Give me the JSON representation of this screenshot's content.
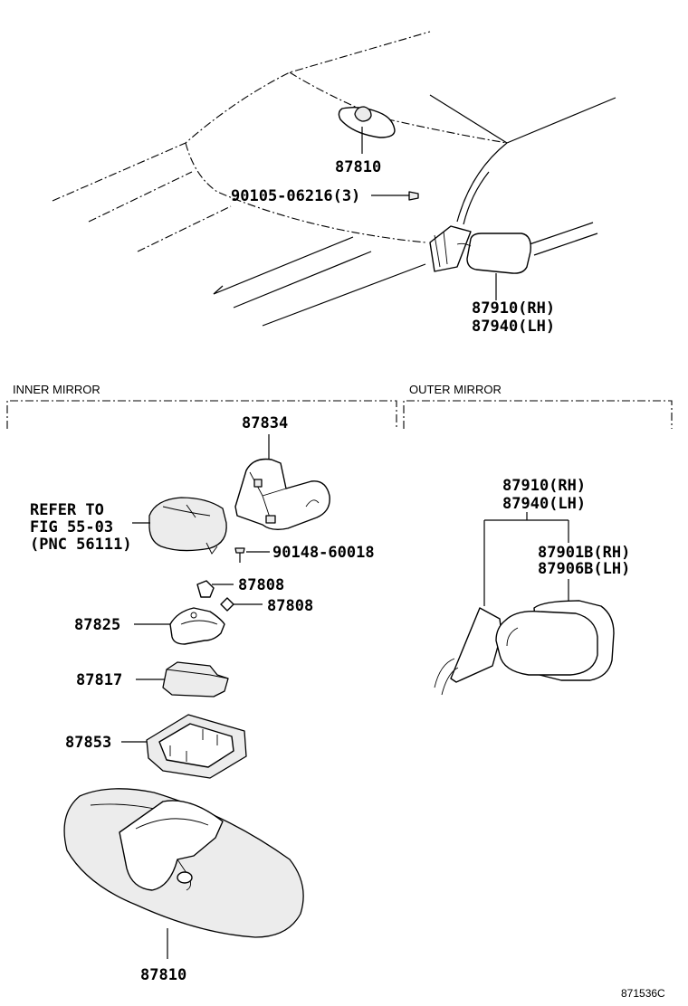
{
  "sections": {
    "inner_mirror": "INNER MIRROR",
    "outer_mirror": "OUTER MIRROR"
  },
  "overview": {
    "inner_mirror_part": "87810",
    "screw_part": "90105-06216(3)",
    "outer_rh": "87910(RH)",
    "outer_lh": "87940(LH)"
  },
  "inner": {
    "bracket": "87834",
    "refer_line1": "REFER TO",
    "refer_line2": "FIG 55-03",
    "refer_line3": "(PNC 56111)",
    "screw": "90148-60018",
    "clip_a": "87808",
    "clip_b": "87808",
    "holder": "87825",
    "pad": "87817",
    "cover": "87853",
    "mirror": "87810"
  },
  "outer": {
    "assy_rh": "87910(RH)",
    "assy_lh": "87940(LH)",
    "glass_rh": "87901B(RH)",
    "glass_lh": "87906B(LH)"
  },
  "figure_code": "871536C"
}
